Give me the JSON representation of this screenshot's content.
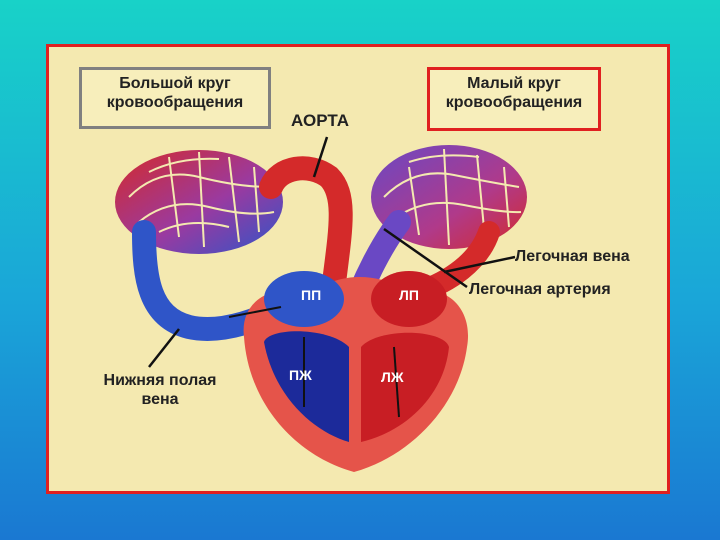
{
  "labels": {
    "systemic_circle": "Большой круг\nкровообращения",
    "pulmonary_circle": "Малый круг\nкровообращения",
    "aorta": "АОРТА",
    "pulmonary_vein": "Легочная вена",
    "pulmonary_artery": "Легочная артерия",
    "inferior_vena_cava": "Нижняя полая\nвена"
  },
  "chambers": {
    "right_atrium": "ПП",
    "left_atrium": "ЛП",
    "right_ventricle": "ПЖ",
    "left_ventricle": "ЛЖ"
  },
  "colors": {
    "arterial": "#d42a2a",
    "venous": "#2f55c8",
    "mixed": "#8a3fa8",
    "slide_border": "#e02020",
    "background": "#f4e9b0"
  }
}
